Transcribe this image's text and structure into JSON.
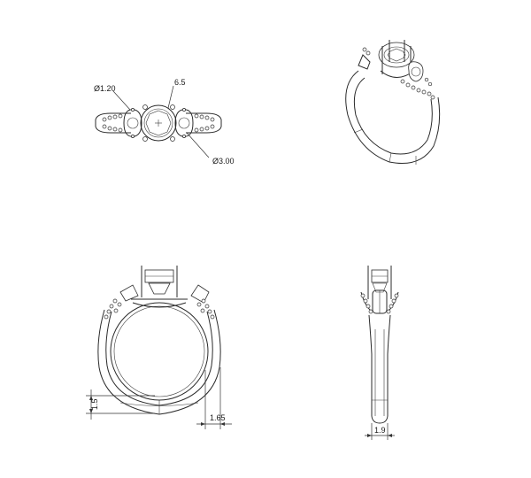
{
  "views": {
    "top": {
      "labels": {
        "side_stone_diameter": "Ø1.20",
        "center_stone_size": "6.5",
        "accent_diameter": "Ø3.00"
      }
    },
    "front": {
      "labels": {
        "band_height": "1.5",
        "shank_width": "1.65"
      }
    },
    "side": {
      "labels": {
        "shank_thickness": "1.9"
      }
    }
  }
}
